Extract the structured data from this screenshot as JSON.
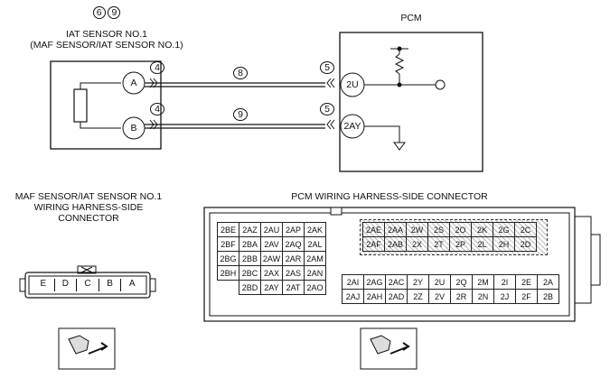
{
  "top_labels": {
    "iat_circles": [
      "6",
      "9"
    ],
    "iat_title": "IAT SENSOR NO.1",
    "iat_subtitle": "(MAF SENSOR/IAT SENSOR NO.1)",
    "pcm_title": "PCM"
  },
  "sensor_pins": [
    "A",
    "B"
  ],
  "pcm_pins": [
    "2U",
    "2AY"
  ],
  "wire_circles": {
    "left_a": "4",
    "left_b": "4",
    "mid_a": "8",
    "mid_b": "9",
    "right_a": "5",
    "right_b": "5"
  },
  "bottom_labels": {
    "maf_conn": "MAF SENSOR/IAT SENSOR NO.1\nWIRING HARNESS-SIDE\nCONNECTOR",
    "pcm_conn": "PCM WIRING HARNESS-SIDE CONNECTOR"
  },
  "maf_connector_pins": [
    "E",
    "D",
    "C",
    "B",
    "A"
  ],
  "pcm_left_block": [
    [
      "2BE",
      "2AZ",
      "2AU",
      "2AP",
      "2AK"
    ],
    [
      "2BF",
      "2BA",
      "2AV",
      "2AQ",
      "2AL"
    ],
    [
      "2BG",
      "2BB",
      "2AW",
      "2AR",
      "2AM"
    ],
    [
      "2BH",
      "2BC",
      "2AX",
      "2AS",
      "2AN"
    ],
    [
      "",
      "2BD",
      "2AY",
      "2AT",
      "2AO"
    ]
  ],
  "pcm_right_top": [
    [
      "2AE",
      "2AA",
      "2W",
      "2S",
      "2O",
      "2K",
      "2G",
      "2C"
    ],
    [
      "2AF",
      "2AB",
      "2X",
      "2T",
      "2P",
      "2L",
      "2H",
      "2D"
    ]
  ],
  "pcm_right_bottom": [
    [
      "2AI",
      "2AG",
      "2AC",
      "2Y",
      "2U",
      "2Q",
      "2M",
      "2I",
      "2E",
      "2A"
    ],
    [
      "2AJ",
      "2AH",
      "2AD",
      "2Z",
      "2V",
      "2R",
      "2N",
      "2J",
      "2F",
      "2B"
    ]
  ]
}
